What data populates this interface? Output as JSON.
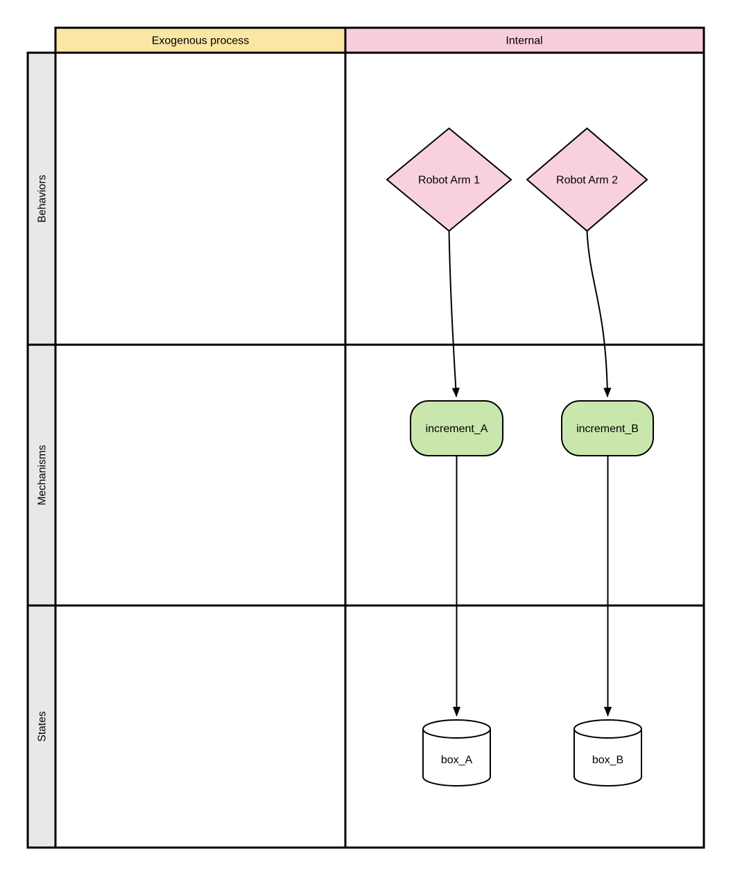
{
  "header": {
    "columns": [
      {
        "label": "Exogenous process",
        "fill": "#FBE7A3"
      },
      {
        "label": "Internal",
        "fill": "#F7CEDA"
      }
    ]
  },
  "lanes": [
    {
      "label": "Behaviors"
    },
    {
      "label": "Mechanisms"
    },
    {
      "label": "States"
    }
  ],
  "nodes": [
    {
      "label": "Robot Arm 1",
      "shape": "diamond",
      "lane": "Behaviors",
      "column": "Internal",
      "fill": "#F8D1DC"
    },
    {
      "label": "Robot Arm 2",
      "shape": "diamond",
      "lane": "Behaviors",
      "column": "Internal",
      "fill": "#F8D1DC"
    },
    {
      "label": "increment_A",
      "shape": "rounded-rectangle",
      "lane": "Mechanisms",
      "column": "Internal",
      "fill": "#C9E7AD"
    },
    {
      "label": "increment_B",
      "shape": "rounded-rectangle",
      "lane": "Mechanisms",
      "column": "Internal",
      "fill": "#C9E7AD"
    },
    {
      "label": "box_A",
      "shape": "cylinder",
      "lane": "States",
      "column": "Internal",
      "fill": "#FFFFFF"
    },
    {
      "label": "box_B",
      "shape": "cylinder",
      "lane": "States",
      "column": "Internal",
      "fill": "#FFFFFF"
    }
  ],
  "connectors": [
    {
      "from": "Robot Arm 1",
      "to": "increment_A",
      "style": "curved-arrow"
    },
    {
      "from": "Robot Arm 2",
      "to": "increment_B",
      "style": "curved-arrow"
    },
    {
      "from": "increment_A",
      "to": "box_A",
      "style": "straight-arrow"
    },
    {
      "from": "increment_B",
      "to": "box_B",
      "style": "straight-arrow"
    }
  ],
  "colors": {
    "lane_label_bg": "#E8E8E8",
    "grid_stroke": "#000000",
    "cell_bg": "#FFFFFF",
    "connector_stroke": "#000000"
  }
}
